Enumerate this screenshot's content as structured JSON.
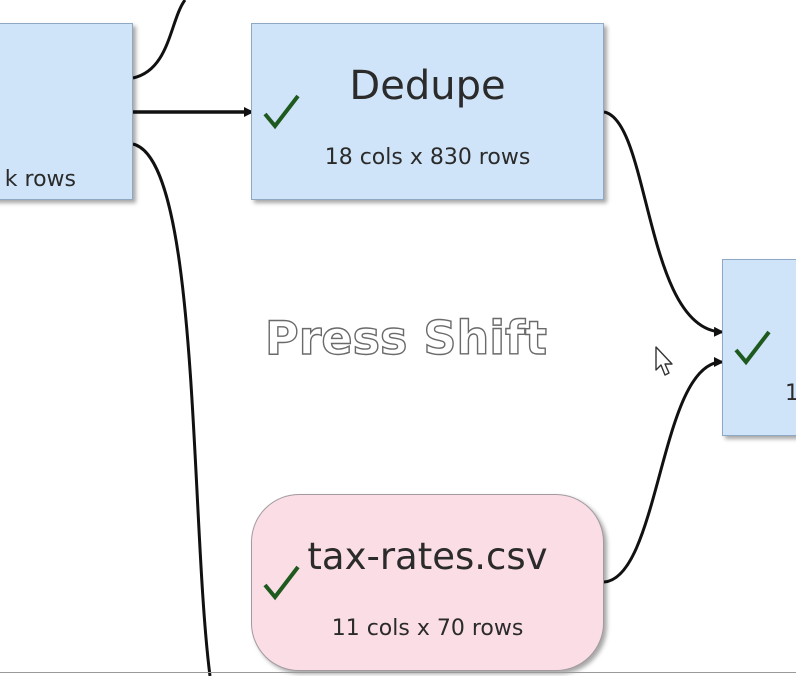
{
  "nodes": {
    "left_partial": {
      "meta": "k rows"
    },
    "dedupe": {
      "title": "Dedupe",
      "meta": "18 cols x 830 rows"
    },
    "right_partial": {
      "meta": "1"
    },
    "tax_rates": {
      "title": "tax-rates.csv",
      "meta": "11 cols x 70 rows"
    }
  },
  "hint": {
    "text": "Press Shift"
  },
  "colors": {
    "node_fill": "#cfe4f9",
    "csv_fill": "#fbdde6",
    "check": "#1e5a1e",
    "edge": "#111111"
  }
}
